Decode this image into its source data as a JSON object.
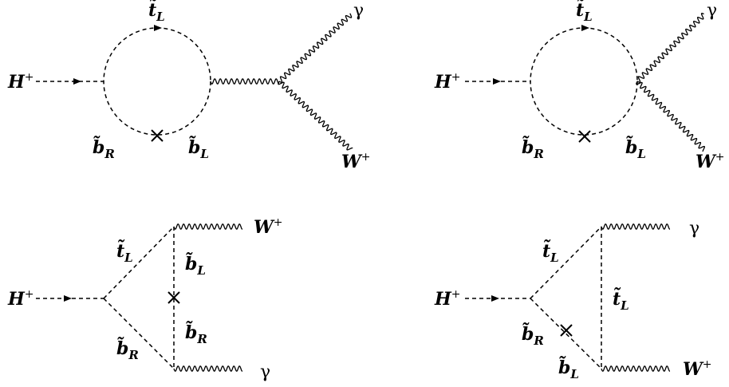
{
  "diagrams": [
    {
      "id": "A",
      "labels": {
        "higgs": "H",
        "higgs_charge": "+",
        "stop": "t̃",
        "stop_chirality": "L",
        "sbottom_left": "b̃",
        "sbottom_left_chirality": "R",
        "sbottom_right": "b̃",
        "sbottom_right_chirality": "L",
        "photon": "γ",
        "w_boson": "W",
        "w_charge": "+"
      }
    },
    {
      "id": "B",
      "labels": {
        "higgs": "H",
        "higgs_charge": "+",
        "stop": "t̃",
        "stop_chirality": "L",
        "sbottom_left": "b̃",
        "sbottom_left_chirality": "R",
        "sbottom_right": "b̃",
        "sbottom_right_chirality": "L",
        "photon": "γ",
        "w_boson": "W",
        "w_charge": "+"
      }
    },
    {
      "id": "C",
      "labels": {
        "higgs": "H",
        "higgs_charge": "+",
        "stop": "t̃",
        "stop_chirality": "L",
        "sbottom_upper": "b̃",
        "sbottom_upper_chirality": "L",
        "sbottom_lower": "b̃",
        "sbottom_lower_chirality": "R",
        "sbottom_left": "b̃",
        "sbottom_left_chirality": "R",
        "w_boson": "W",
        "w_charge": "+",
        "photon": "γ"
      }
    },
    {
      "id": "D",
      "labels": {
        "higgs": "H",
        "higgs_charge": "+",
        "stop_upper": "t̃",
        "stop_upper_chirality": "L",
        "stop_right": "t̃",
        "stop_right_chirality": "L",
        "sbottom_left": "b̃",
        "sbottom_left_chirality": "R",
        "sbottom_lower": "b̃",
        "sbottom_lower_chirality": "L",
        "photon": "γ",
        "w_boson": "W",
        "w_charge": "+"
      }
    }
  ]
}
